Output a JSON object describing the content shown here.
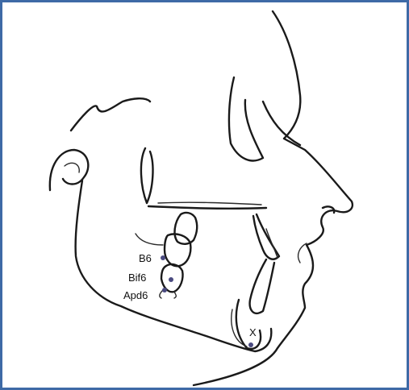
{
  "figure": {
    "border_color": "#3e6aa6",
    "line_color": "#1a1a1a",
    "landmark_color": "#4a4a80"
  },
  "landmarks": [
    {
      "id": "b6",
      "label": "B6"
    },
    {
      "id": "bif6",
      "label": "Bif6"
    },
    {
      "id": "apd6",
      "label": "Apd6"
    },
    {
      "id": "x",
      "label": "X"
    }
  ]
}
